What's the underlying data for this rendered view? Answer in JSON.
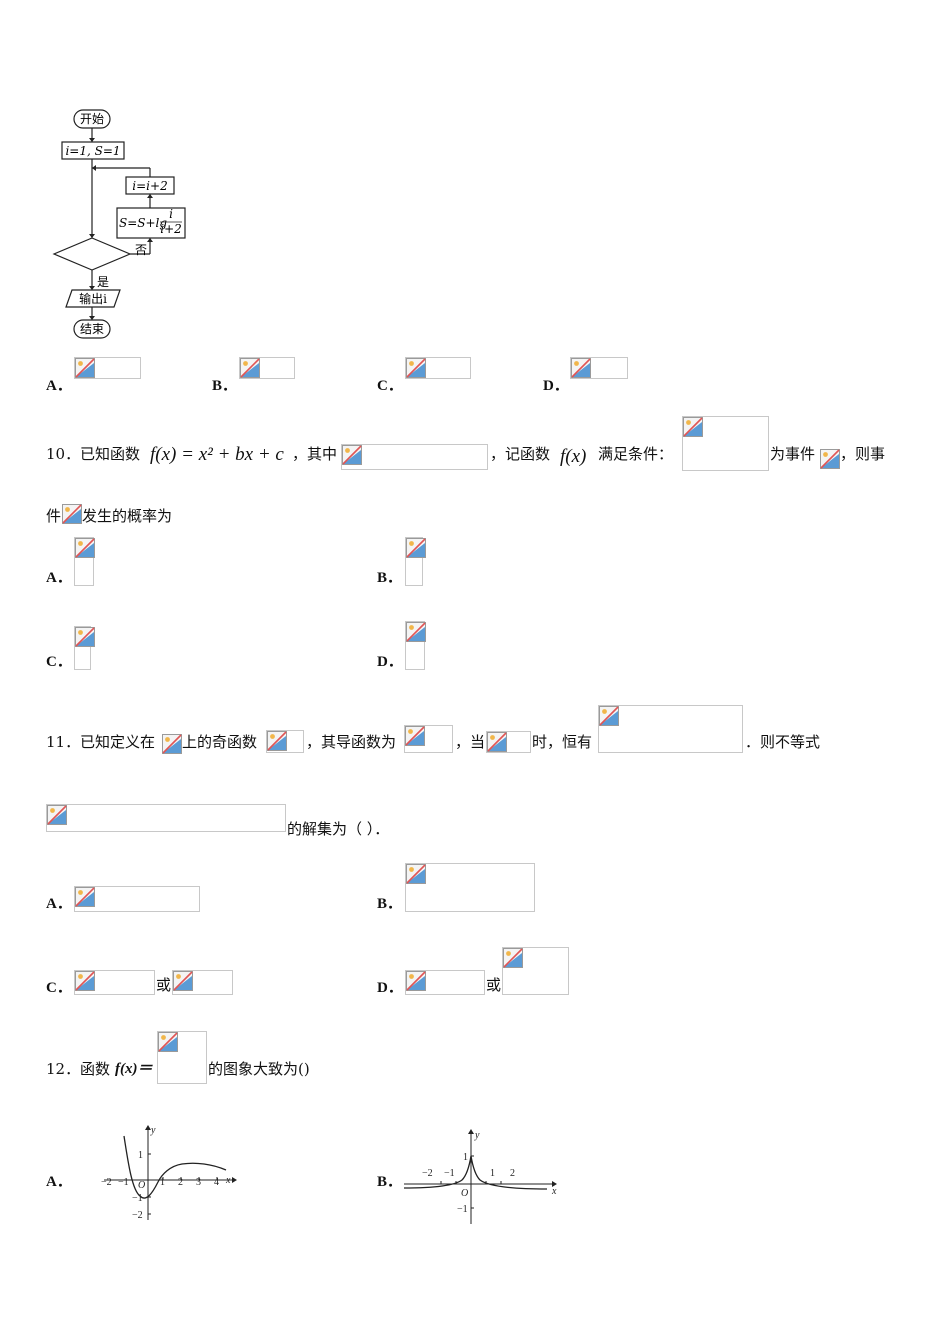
{
  "flowchart": {
    "start": "开始",
    "init": "i=1, S=1",
    "update_i": "i=i+2",
    "update_s": "S=S+lg",
    "frac_num": "i",
    "frac_den": "i+2",
    "no_label": "否",
    "yes_label": "是",
    "output": "输出i",
    "end": "结束"
  },
  "q9": {
    "options": [
      "A．",
      "B．",
      "C．",
      "D．"
    ]
  },
  "q10": {
    "number": "10．",
    "text1": "已知函数",
    "func_def": "f(x) = x² + bx + c",
    "text2": "，其中",
    "text3": "，记函数",
    "func_name": "f(x)",
    "text4": "满足条件：",
    "text5": "为事件",
    "text6": "，则事",
    "text7": "件",
    "text8": "发生的概率为",
    "options": [
      "A．",
      "B．",
      "C．",
      "D．"
    ]
  },
  "q11": {
    "number": "11．",
    "text1": "已知定义在",
    "text2": "上的奇函数",
    "text3": "，其导函数为",
    "text4": "，当",
    "text5": "时，恒有",
    "text6": "．则不等式",
    "text7": "的解集为（    ）．",
    "options": [
      "A．",
      "B．",
      "C．",
      "D．"
    ],
    "or_word": "或"
  },
  "q12": {
    "number": "12．",
    "text1": "函数",
    "func": "f(x)＝",
    "text2": "的图象大致为()",
    "options": [
      "A．",
      "B．"
    ],
    "graph_a": {
      "y_label": "y",
      "x_label": "x",
      "x_ticks": [
        "−2",
        "−1",
        "1",
        "2",
        "3",
        "4"
      ],
      "y_ticks": [
        "1",
        "−1",
        "−2"
      ],
      "origin": "O"
    },
    "graph_b": {
      "y_label": "y",
      "x_label": "x",
      "x_ticks": [
        "−2",
        "−1",
        "1",
        "2"
      ],
      "y_ticks": [
        "1",
        "−1"
      ],
      "origin": "O"
    }
  }
}
